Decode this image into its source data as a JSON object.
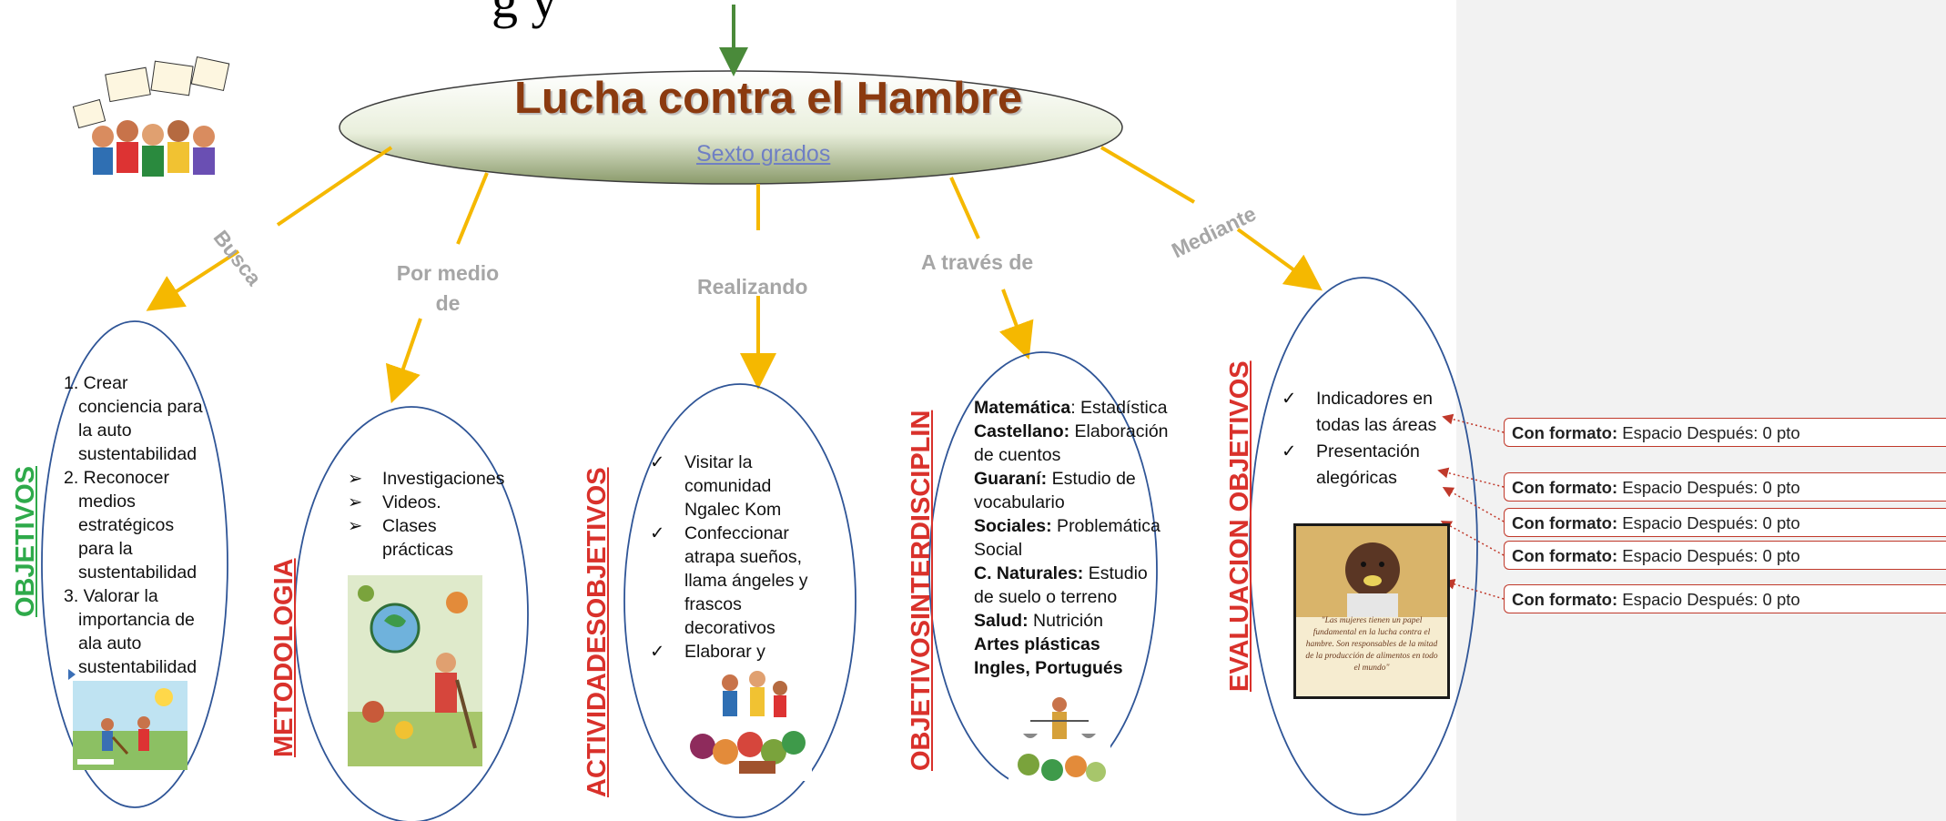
{
  "header": {
    "partial_top_text": "g      y",
    "title": "Lucha contra el Hambre",
    "subtitle": "Sexto grados"
  },
  "connectors": {
    "busca": "Busca",
    "por_medio_de_line1": "Por medio",
    "por_medio_de_line2": "de",
    "realizando": "Realizando",
    "a_traves_de": "A través de",
    "mediante": "Mediante"
  },
  "vertical_labels": {
    "objetivos": "OBJETIVOS",
    "metodologia": "METODOLOGIA",
    "actividades": "ACTIVIDADESOBJETIVOS",
    "interdisciplin": "OBJETIVOSINTERDISCIPLIN",
    "evaluacion": "EVALUACION OBJETIVOS"
  },
  "objetivos": {
    "items": [
      "1.  Crear conciencia para la auto sustentabilidad",
      "2.  Reconocer medios estratégicos para la sustentabilidad",
      "3.  Valorar la importancia de ala auto sustentabilidad"
    ]
  },
  "metodologia": {
    "items": [
      "Investigaciones",
      "Videos.",
      "Clases prácticas"
    ]
  },
  "actividades": {
    "items": [
      "Visitar la comunidad Ngalec Kom",
      "Confeccionar atrapa sueños, llama ángeles y frascos decorativos",
      "Elaborar y"
    ]
  },
  "interdisciplinarios": {
    "subjects": [
      {
        "name": "Matemática",
        "detail": ": Estadística"
      },
      {
        "name": "Castellano:",
        "detail": " Elaboración de cuentos"
      },
      {
        "name": "Guaraní:",
        "detail": " Estudio de vocabulario"
      },
      {
        "name": "Sociales:",
        "detail": " Problemática Social"
      },
      {
        "name": "C. Naturales:",
        "detail": " Estudio de suelo o terreno"
      },
      {
        "name": "Salud:",
        "detail": " Nutrición"
      },
      {
        "name": "Artes plásticas",
        "detail": ""
      },
      {
        "name": "Ingles, Portugués",
        "detail": ""
      }
    ]
  },
  "evaluacion": {
    "items": [
      "Indicadores en todas las áreas",
      "Presentación alegóricas"
    ],
    "quote": "\"Las mujeres tienen un papel fundamental en la lucha contra el hambre. Son responsables de la mitad de la producción de alimentos en todo el mundo\""
  },
  "comments": [
    {
      "label": "Con formato:",
      "text": " Espacio Después:  0 pto"
    },
    {
      "label": "Con formato:",
      "text": " Espacio Después:  0 pto"
    },
    {
      "label": "Con formato:",
      "text": " Espacio Después:  0 pto"
    },
    {
      "label": "Con formato:",
      "text": " Espacio Después:  0 pto"
    },
    {
      "label": "Con formato:",
      "text": " Espacio Después:  0 pto"
    }
  ],
  "colors": {
    "title": "#8b3a0f",
    "arrow_yellow": "#f5b800",
    "arrow_green": "#4a8a3a",
    "oval_stroke": "#2f5597",
    "objetivos_label": "#2eaa4a",
    "red_label": "#d9312b",
    "comment_border": "#c0392b"
  },
  "checkmark_glyph": "✓",
  "arrow_glyph": "➢"
}
